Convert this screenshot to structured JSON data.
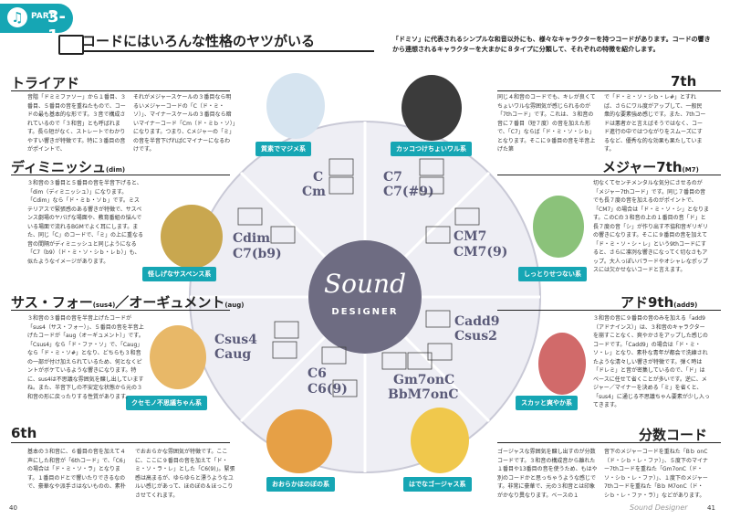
{
  "header": {
    "part_label": "PART",
    "part_number": "3-1",
    "title": "コードにはいろんな性格のヤツがいる",
    "intro": "「ドミソ」に代表されるシンプルな和音以外にも、様々なキャラクターを持つコードがあります。コードの響きから連想されるキャラクターを大まかに８タイプに分類して、それぞれの特徴を紹介します。"
  },
  "sections": {
    "triad": {
      "title": "トライアド",
      "body": "音階「ドミミファソー」から１番目、３番目、５番目の音を重ねたもので、コードの最も基本的な形です。３音で構成されているので「３和音」とも呼ばれます。長ら短がなく、ストレートでわかりやすい響きが特徴です。特に３番目の音がポイントで、",
      "body2": "それがメジャースケールの３番目なら明るいメジャーコードの「C（ド・ミ・ソ）」、マイナースケールの３番目なら暗いマイナーコード「Cm（ド・ミｂ・ソ）」になります。つまり、Cメジャーの「ミ」の音を半音下げればCマイナーになるわけです。"
    },
    "dim": {
      "title": "ディミニッシュ",
      "tag": "(dim)",
      "body": "３和音の３番目と５番目の音を半音下げると、「dim（ディミニッシュ）」になります。「Cdim」なら「ド・ミｂ・ソｂ」です。ミステリアスで緊張感のある響きが特徴で、サスペンス劇場のヤバげな場面や、教育番組の悩んでいる場面で流れるBGMでよく耳にします。また、同じ「C」のコードで、「ミ」の上に重なる音の間隔がディミニッシュと同じようになる「C7（b9）（ド・ミ・ソ・シｂ・レｂ）」も、似たようなイメージがあります。"
    },
    "sus": {
      "title": "サス・フォー",
      "tag": "(sus4)",
      "title2": "オーギュメント",
      "tag2": "(aug)",
      "body": "３和音の３番目の音を半音上げたコードが「sus4（サス・フォー）」、５番目の音を半音上げたコードが「aug（オーギュメント）」です。「Csus4」なら「ド・ファ・ソ」で、「Caug」なら「ド・ミ・ソ#」となり、どちらも３和音の一部が付け加えられているため、何となくピントがボケているような響きになります。特に、sus4は不思議な雰囲気を醸し出していますね。また、半音下しの不安定な状態から元の３和音の形に戻ったりする性質があります。"
    },
    "sixth": {
      "title": "6th",
      "body": "基本の３和音に、６番目の音を加えて４声にした和音が「6thコード」で、「C6」の場合は「ド・ミ・ソ・ラ」となります。１番目のドとで響いたりできるなので、豪華なや派手さはないものの、素朴",
      "body2": "でおおらかな雰囲気が特徴です。ここに、ここに９番目の音を加えて「ド・ミ・ソ・ラ・レ」とした「C6(9)」。緊張感は高まるが、ゆらゆらと漂うようなユルい感じがあって、ほのぼの＆ほっこりさせてくれます。"
    },
    "seventh": {
      "title": "7th",
      "body": "同じ４和音のコードでも、キレが良くてちょいワルな雰囲気が感じられるのが「7thコード」です。これは、３和音の音に７番目（短７度）の音を加えた形で、「C7」ならば「ド・ミ・ソ・シｂ」となります。そこに９番目の音を半音上げた第",
      "body2": "で「ド・ミ・ソ・シｂ・レ#」とすれば、さらにワル度がアップして、一般民衆的な要素強め感じです。また、7thコードは悪者かと言えばそうではなく、コード進行の中ではつながりをスムーズにするなど、優秀な的な効果も果たしています。"
    },
    "maj7": {
      "title": "メジャー7th",
      "tag": "(M7)",
      "body": "切なくてセンチメンタルな気分にさせるのが「メジャー7thコード」です。同じ７番目の音でも長７度の音を加えるのがポイントで、「CM7」の場合は「ド・ミ・ソ・シ」となります。このCの３和音の上の１番目の音「ド」と長７度の音「シ」が作り出す不協和音ギリギリの響きになります。そこに９番目の音を加えて「ド・ミ・ソ・シ・レ」という9thコードにすると、さらに凛冽な響きになってく切なさもアップ。大人っぽいバラードやオシャレなポップスには欠かせないコードと言えます。"
    },
    "add9": {
      "title": "アド9th",
      "tag": "(add9)",
      "body": "３和音の音に９番目の音のみを加える「add9（アドナインス）」は、３和音のキャラクターを崩すことなく、爽やかさをアップした感じのコードです。「Cadd9」の場合は「ド・ミ・ソ・レ」となり、素朴な青年が都会で洗練されたような清々しい響きが特徴です。弾く時は「ドレミ」と音が密集しているので、「ド」はベースに任せて省くことが多いです。逆に、メジャー／マイナーを決める「ミ」を省くと、「sus4」に通じる不思議ちゃん要素が少し入ってきます。"
    },
    "slash": {
      "title": "分数コード",
      "body": "ゴージャスな雰囲気を醸し出すのが分数コードです。３和音の構成音から離れた１番目や13番目の音を使うため、もはや別のコードかと思っちゃうような感じです。非常に豪華で、元の３和音とは印象がかなり異なります。ベースの１",
      "body2": "音下のメジャーコードを重ねた「Bｂ onC（ド・シｂ・レ・ファ）」、５度下のマイナー7thコードを重ねた「Gm7onC（ド・ソ・シｂ・レ・ファ）」、１度下のメジャー7thコードを重ねた「Bｂ M7onC（ド・シｂ・レ・ファ・ラ）」などがあります。"
    }
  },
  "labels": {
    "triad": "質素でマジメ系",
    "seventh": "カッコつけちょいワル系",
    "dim": "怪しげなサスペンス系",
    "maj7": "しっとりせつない系",
    "sus": "クセモノ不思議ちゃん系",
    "add9": "スカッと爽やか系",
    "sixth": "おおらかほのぼの系",
    "slash": "はでなゴージャス系"
  },
  "chords": {
    "triad": [
      "C",
      "Cm"
    ],
    "seventh": [
      "C7",
      "C7(#9)"
    ],
    "dim": [
      "Cdim",
      "C7(b9)"
    ],
    "maj7": [
      "CM7",
      "CM7(9)"
    ],
    "sus": [
      "Csus4",
      "Caug"
    ],
    "add9": [
      "Cadd9",
      "Csus2"
    ],
    "sixth": [
      "C6",
      "C6(9)"
    ],
    "slash": [
      "Gm7onC",
      "BbM7onC"
    ]
  },
  "logo": {
    "line1": "Sound",
    "line2": "DESIGNER"
  },
  "footer": {
    "left_page": "40",
    "right_page": "41",
    "brand": "Sound Designer"
  },
  "colors": {
    "accent": "#16a6b4",
    "wheel": "#eeeef4",
    "hub": "#6e6c82"
  }
}
